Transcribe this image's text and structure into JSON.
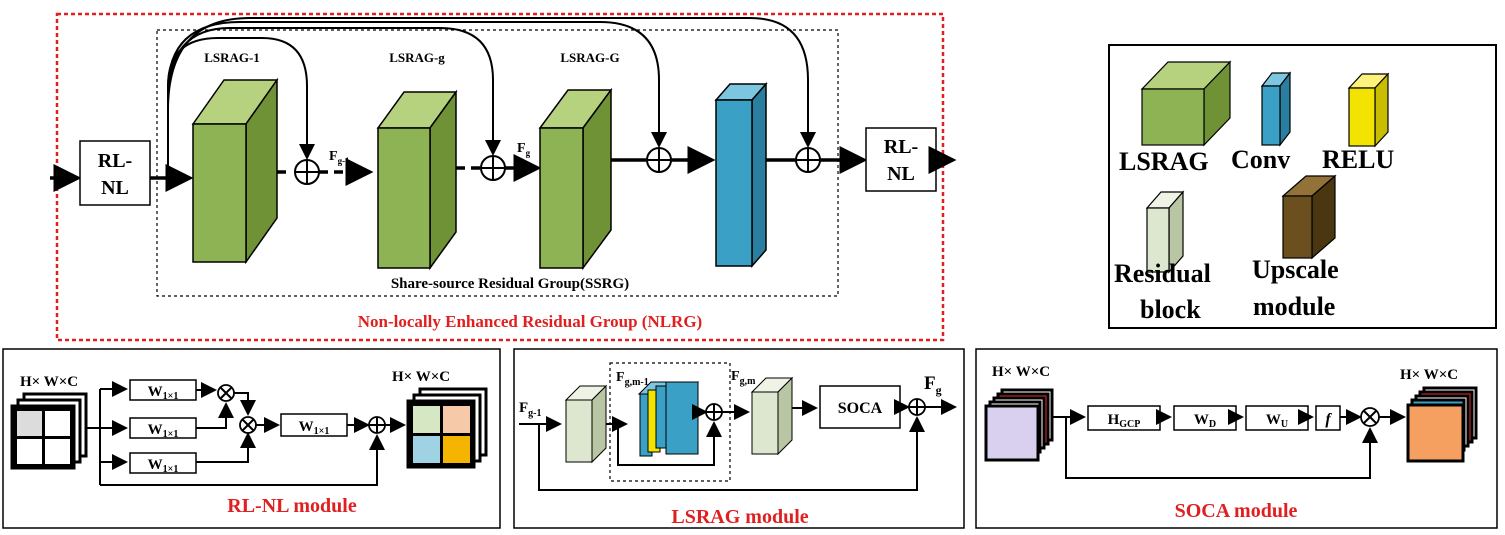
{
  "top": {
    "nlrg_label": "Non-locally Enhanced  Residual Group (NLRG)",
    "ssrg_label": "Share-source Residual Group(SSRG)",
    "rlnl_in_1": "RL-",
    "rlnl_in_2": "NL",
    "rlnl_out_1": "RL-",
    "rlnl_out_2": "NL",
    "lsrag_1": "LSRAG-1",
    "lsrag_g": "LSRAG-g",
    "lsrag_G": "LSRAG-G",
    "f_gm1": "F",
    "f_gm1_sub": "g-1",
    "f_g": "F",
    "f_g_sub": "g"
  },
  "legend": {
    "lsrag": "LSRAG",
    "conv": "Conv",
    "relu": "RELU",
    "residual_1": "Residual",
    "residual_2": "block",
    "upscale_1": "Upscale",
    "upscale_2": "module"
  },
  "rlnl": {
    "title": "RL-NL module",
    "hwc_in": "H× W×C",
    "hwc_out": "H× W×C",
    "w": "W",
    "w_sub": "1×1"
  },
  "lsrag_mod": {
    "title": "LSRAG module",
    "f_in": "F",
    "f_in_sub": "g-1",
    "f_m1": "F",
    "f_m1_sub": "g,m-1",
    "f_m": "F",
    "f_m_sub": "g,m",
    "f_out": "F",
    "f_out_sub": "g",
    "soca": "SOCA"
  },
  "soca_mod": {
    "title": "SOCA module",
    "hwc_in": "H× W×C",
    "hwc_out": "H× W×C",
    "h": "H",
    "h_sub": "GCP",
    "wd": "W",
    "wd_sub": "D",
    "wu": "W",
    "wu_sub": "U",
    "f": "f"
  },
  "colors": {
    "lsrag": "#8db354",
    "conv": "#3aa0c5",
    "relu": "#f2e400",
    "residual": "#dde6cf",
    "upscale": "#6b4f1f",
    "nlrg_border": "#e02020"
  }
}
